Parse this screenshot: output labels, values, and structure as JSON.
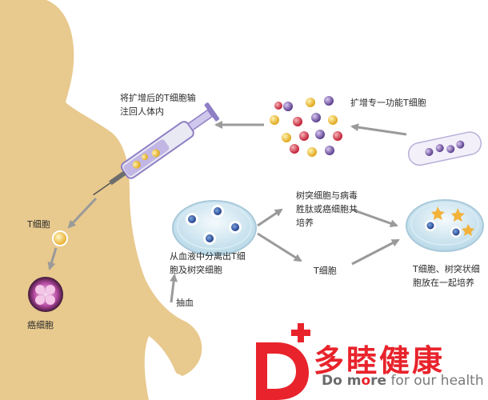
{
  "labels": {
    "inject": [
      "将扩增后的T细胞输",
      "注回人体内"
    ],
    "expand": "扩增专一功能T细胞",
    "dendritic": [
      "树突细胞与病毒",
      "胜肽或癌细胞共",
      "培养"
    ],
    "separate": [
      "从血液中分离出T细",
      "胞及树突细胞"
    ],
    "tcell_mid": "T细胞",
    "coculture": [
      "T细胞、树突状细",
      "胞放在一起培养"
    ],
    "blood": "抽血",
    "tcell_left": "T细胞",
    "cancer": "癌细胞"
  },
  "logo": {
    "mark": "D+",
    "chinese": "多睦健康",
    "english_pre": "Do m",
    "english_red": "o",
    "english_mid": "re",
    "english_post": " for our health"
  },
  "colors": {
    "body": "#e8c98e",
    "brand_red": "#e8232b",
    "arrow": "#9a9a9a",
    "syringe": "#8e7fc4",
    "cancer": "#8c2d7a"
  }
}
